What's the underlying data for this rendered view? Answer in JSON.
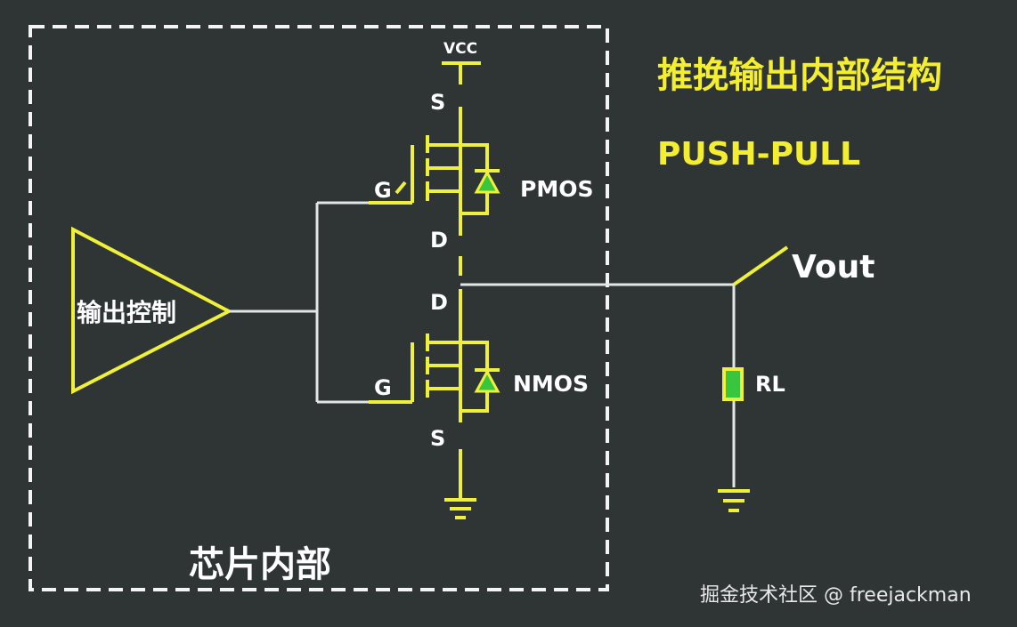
{
  "diagram": {
    "title": "推挽输出内部结构",
    "subtitle": "PUSH-PULL",
    "chip_label": "芯片内部",
    "driver_label": "输出控制",
    "vcc_label": "VCC",
    "pmos": {
      "name": "PMOS",
      "gate": "G",
      "source": "S",
      "drain": "D"
    },
    "nmos": {
      "name": "NMOS",
      "gate": "G",
      "source": "S",
      "drain": "D"
    },
    "output_label": "Vout",
    "load_label": "RL",
    "watermark": "掘金技术社区 @ freejackman"
  },
  "colors": {
    "background": "#2f3435",
    "accent": "#eef03a",
    "diode": "#37c63d",
    "wire": "#e2e6e4"
  }
}
